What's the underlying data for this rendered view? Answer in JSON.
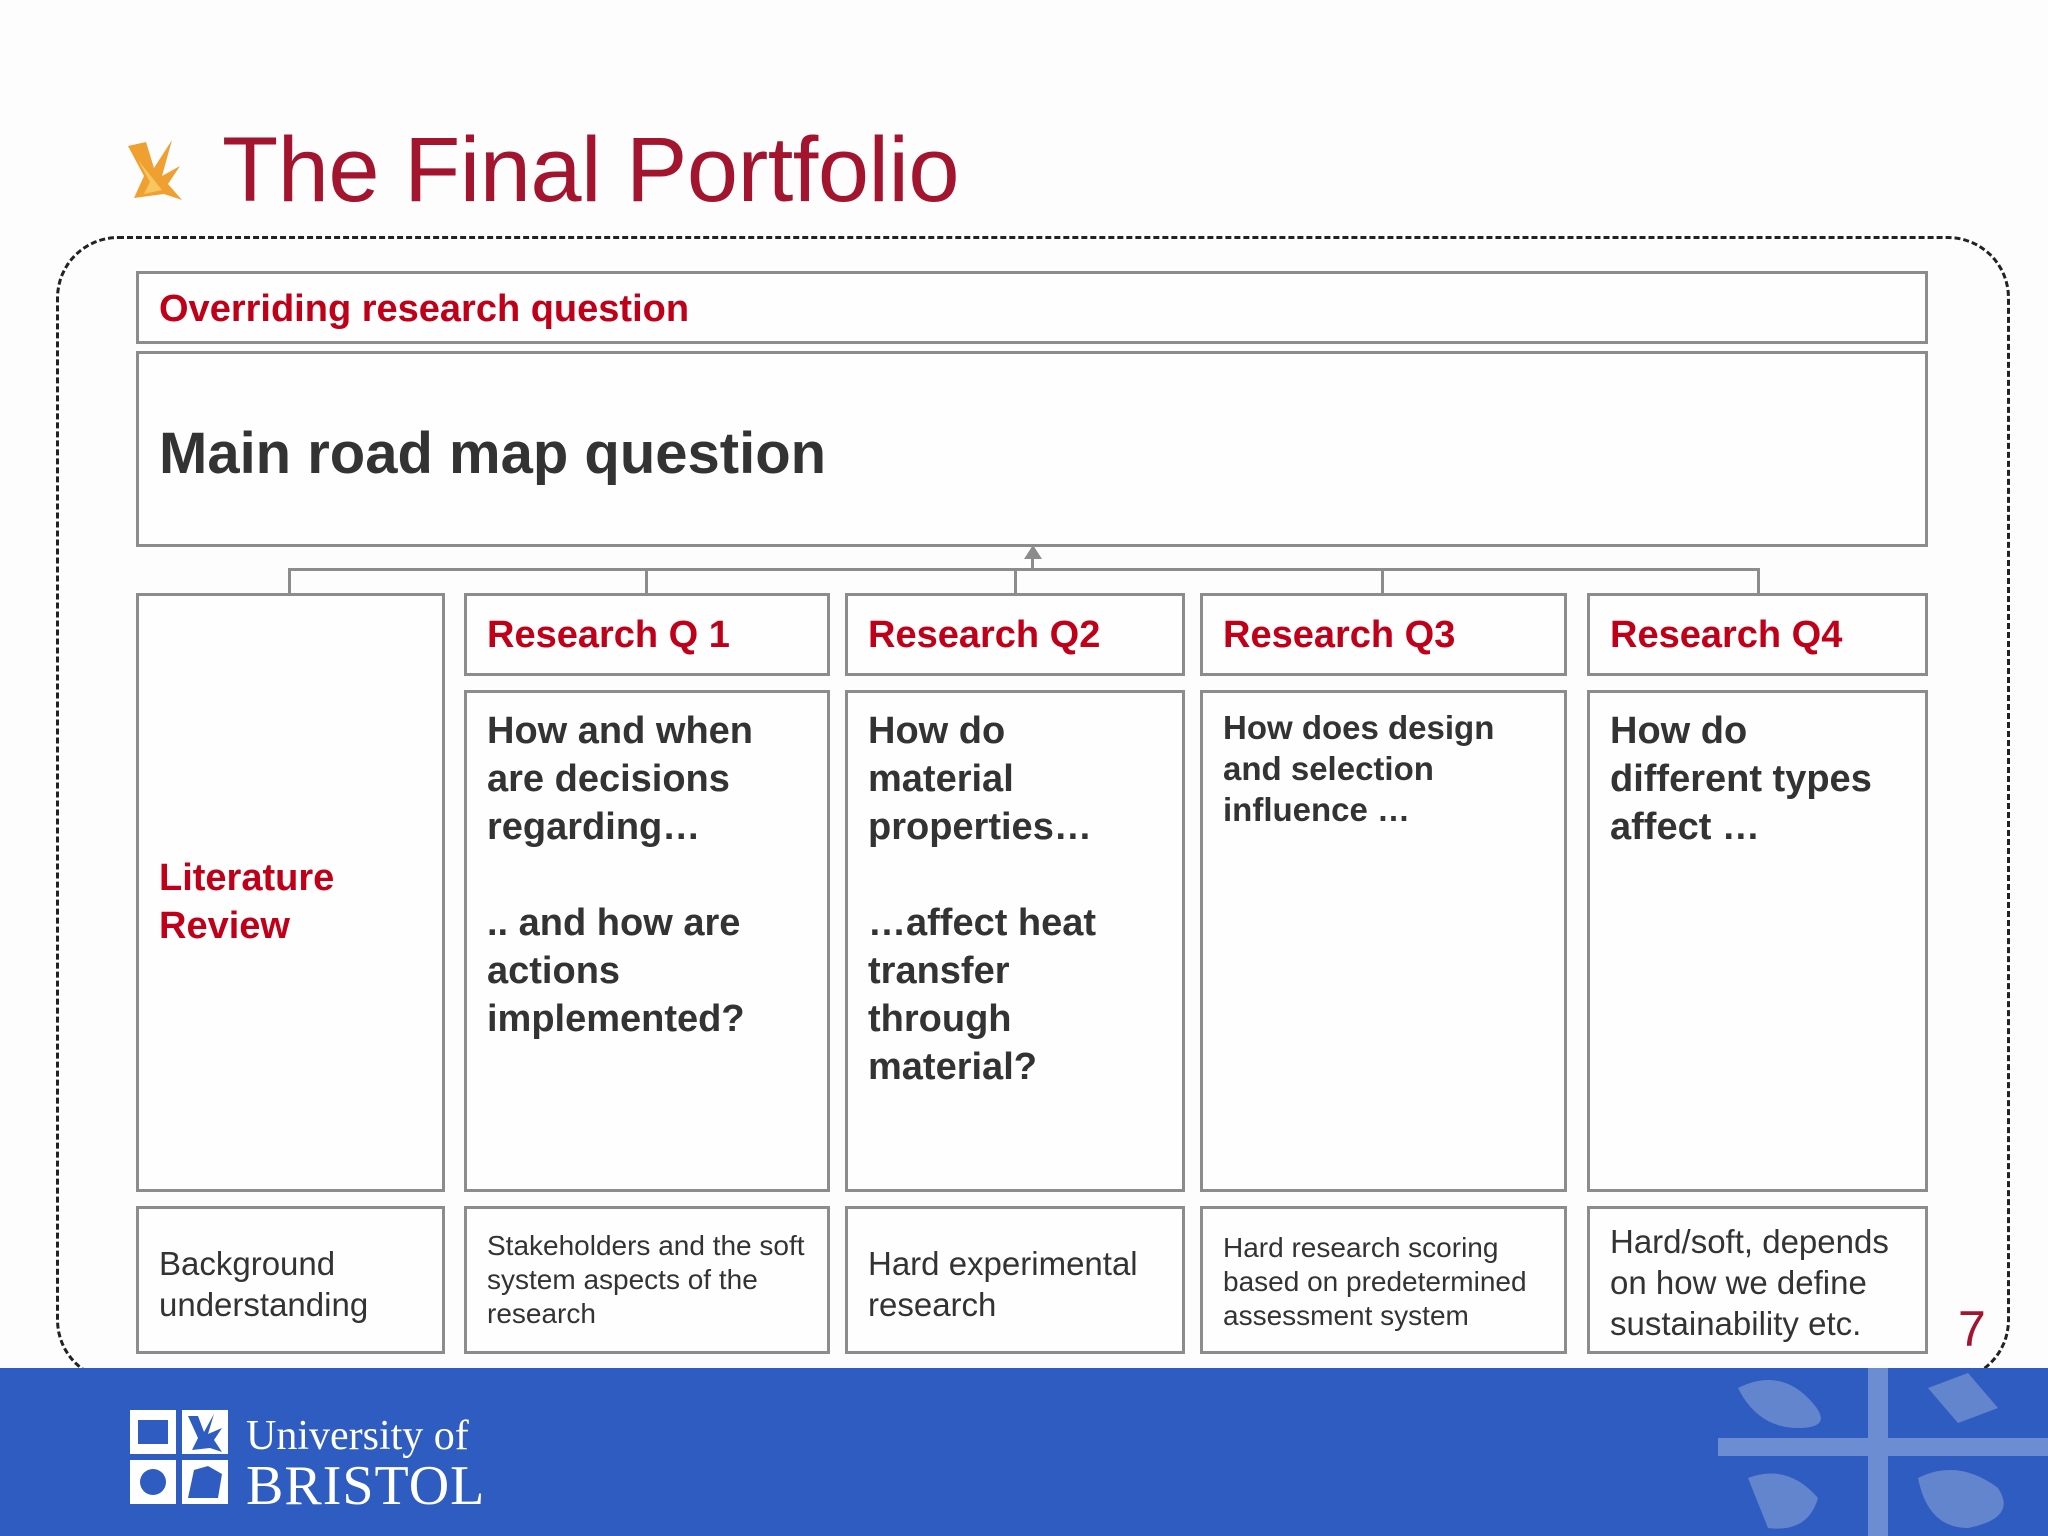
{
  "title": "The Final Portfolio",
  "overriding_label": "Overriding research question",
  "main_question": "Main road map question",
  "literature_review": {
    "label": "Literature\nReview",
    "footer": "Background\nunderstanding"
  },
  "columns": [
    {
      "header": "Research Q 1",
      "body": "How and when\nare decisions\nregarding…\n\n.. and how are\nactions\nimplemented?",
      "footer": "Stakeholders and the soft\nsystem aspects of the\nresearch"
    },
    {
      "header": "Research Q2",
      "body": "How do\nmaterial\nproperties…\n\n…affect heat\ntransfer\nthrough\nmaterial?",
      "footer": "Hard experimental\nresearch"
    },
    {
      "header": "Research Q3",
      "body": "How does design\nand selection\ninfluence …",
      "footer": "Hard research scoring\nbased on predetermined\nassessment system"
    },
    {
      "header": "Research Q4",
      "body": "How do\ndifferent types\naffect …",
      "footer": "Hard/soft, depends\non how we define\nsustainability etc."
    }
  ],
  "page_number": "7",
  "logo": {
    "line1": "University of",
    "line2": "BRISTOL"
  },
  "colors": {
    "title": "#a3142e",
    "accent_red": "#c00018",
    "box_border": "#8c8c8c",
    "footer_band": "#2f5cc0"
  }
}
